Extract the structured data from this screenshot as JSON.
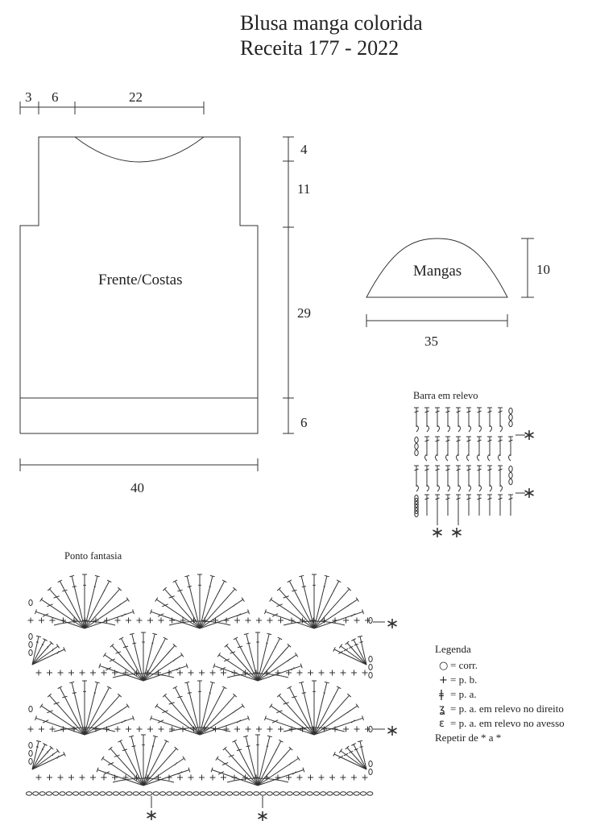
{
  "title": {
    "line1": "Blusa manga colorida",
    "line2": "Receita 177 - 2022"
  },
  "body_piece": {
    "label": "Frente/Costas",
    "top_dims": [
      "3",
      "6",
      "22"
    ],
    "right_dims": [
      "4",
      "11",
      "29",
      "6"
    ],
    "bottom_dim": "40"
  },
  "sleeve": {
    "label": "Mangas",
    "height_dim": "10",
    "width_dim": "35"
  },
  "barra_chart": {
    "title": "Barra em relevo",
    "repeat_mark": "*"
  },
  "fantasia_chart": {
    "title": "Ponto fantasia",
    "repeat_mark": "*"
  },
  "legend": {
    "title": "Legenda",
    "items": [
      {
        "symbol": "○",
        "text": "= corr."
      },
      {
        "symbol": "+",
        "text": "= p. b."
      },
      {
        "symbol": "ǂ",
        "text": "= p. a."
      },
      {
        "symbol": "ʓ",
        "text": "= p. a. em relevo no direito"
      },
      {
        "symbol": "ɛ",
        "text": "= p. a. em relevo no avesso"
      }
    ],
    "repeat_text": "Repetir de * a *"
  }
}
